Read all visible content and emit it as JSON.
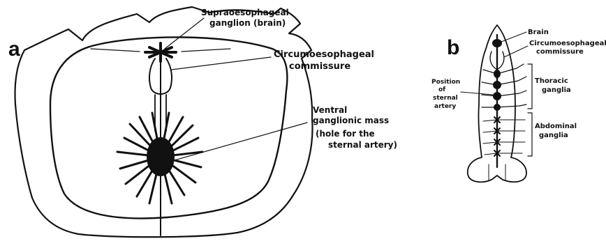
{
  "panel_a": {
    "letter": "a",
    "labels": {
      "supra_line1": "Supraoesophageal",
      "supra_line2": "ganglion (brain)",
      "circum_line1": "Circumoesophageal",
      "circum_line2": "commissure",
      "ventral_line1": "Ventral",
      "ventral_line2": "ganglionic mass",
      "ventral_line3": "(hole for the",
      "ventral_line4": "sternal artery)"
    }
  },
  "panel_b": {
    "letter": "b",
    "labels": {
      "brain": "Brain",
      "circum_line1": "Circumoesophageal",
      "circum_line2": "commissure",
      "position_line1": "Position",
      "position_line2": "of",
      "position_line3": "sternal",
      "position_line4": "artery",
      "thoracic_line1": "Thoracic",
      "thoracic_line2": "ganglia",
      "abdominal_line1": "Abdominal",
      "abdominal_line2": "ganglia"
    }
  }
}
